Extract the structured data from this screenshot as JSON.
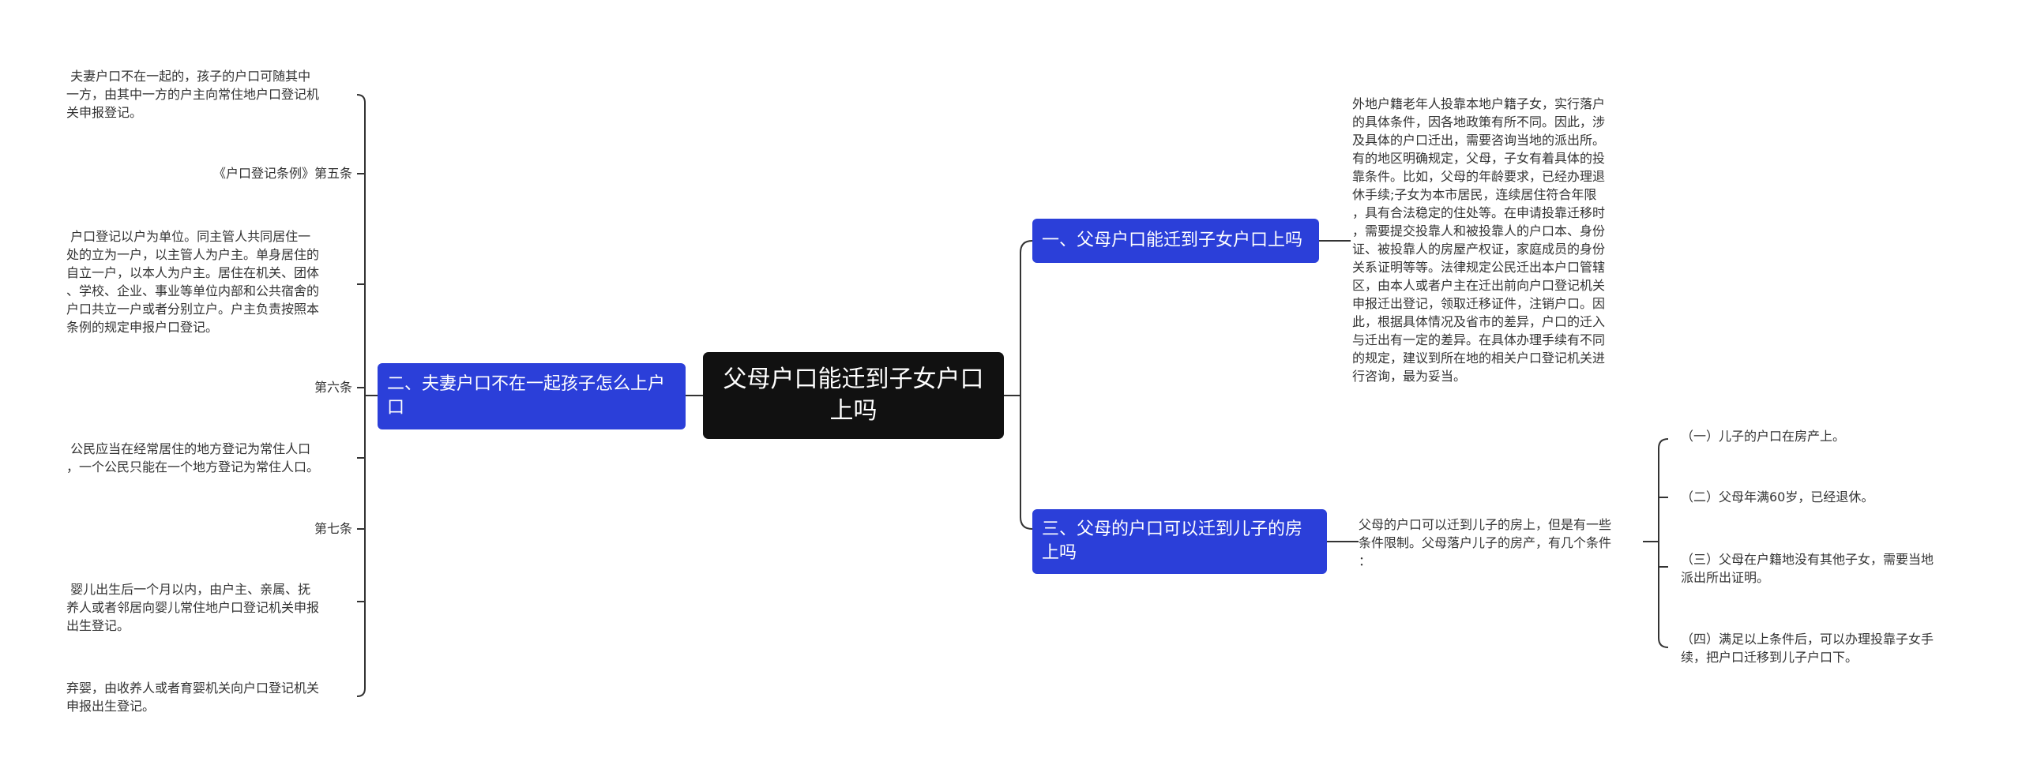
{
  "root": "父母户口能迁到子女户口上吗",
  "topics": {
    "t1": "一、父母户口能迁到子女户口上吗",
    "t2": "二、夫妻户口不在一起孩子怎么上户口",
    "t3": "三、父母的户口可以迁到儿子的房上吗"
  },
  "t1_detail": "外地户籍老年人投靠本地户籍子女，实行落户\n的具体条件，因各地政策有所不同。因此，涉\n及具体的户口迁出，需要咨询当地的派出所。\n有的地区明确规定，父母，子女有着具体的投\n靠条件。比如，父母的年龄要求，已经办理退\n休手续;子女为本市居民，连续居住符合年限\n，具有合法稳定的住处等。在申请投靠迁移时\n，需要提交投靠人和被投靠人的户口本、身份\n证、被投靠人的房屋产权证，家庭成员的身份\n关系证明等等。法律规定公民迁出本户口管辖\n区，由本人或者户主在迁出前向户口登记机关\n申报迁出登记，领取迁移证件，注销户口。因\n此，根据具体情况及省市的差异，户口的迁入\n与迁出有一定的差异。在具体办理手续有不同\n的规定，建议到所在地的相关户口登记机关进\n行咨询，最为妥当。",
  "t2_children": [
    " 夫妻户口不在一起的，孩子的户口可随其中\n一方，由其中一方的户主向常住地户口登记机\n关申报登记。",
    "《户口登记条例》第五条",
    " 户口登记以户为单位。同主管人共同居住一\n处的立为一户，以主管人为户主。单身居住的\n自立一户，以本人为户主。居住在机关、团体\n、学校、企业、事业等单位内部和公共宿舍的\n户口共立一户或者分别立户。户主负责按照本\n条例的规定申报户口登记。",
    "第六条",
    " 公民应当在经常居住的地方登记为常住人口\n，一个公民只能在一个地方登记为常住人口。",
    "第七条",
    " 婴儿出生后一个月以内，由户主、亲属、抚\n养人或者邻居向婴儿常住地户口登记机关申报\n出生登记。",
    "弃婴，由收养人或者育婴机关向户口登记机关\n申报出生登记。"
  ],
  "t3_detail": "父母的户口可以迁到儿子的房上，但是有一些\n条件限制。父母落户儿子的房产，有几个条件\n：",
  "t3_children": [
    "（一）儿子的户口在房产上。",
    "（二）父母年满60岁，已经退休。",
    "（三）父母在户籍地没有其他子女，需要当地\n派出所出证明。",
    "（四）满足以上条件后，可以办理投靠子女手\n续，把户口迁移到儿子户口下。"
  ],
  "colors": {
    "root_bg": "#111111",
    "topic_bg": "#2b3fd9",
    "edge": "#333333",
    "leaf_text": "#333333"
  }
}
